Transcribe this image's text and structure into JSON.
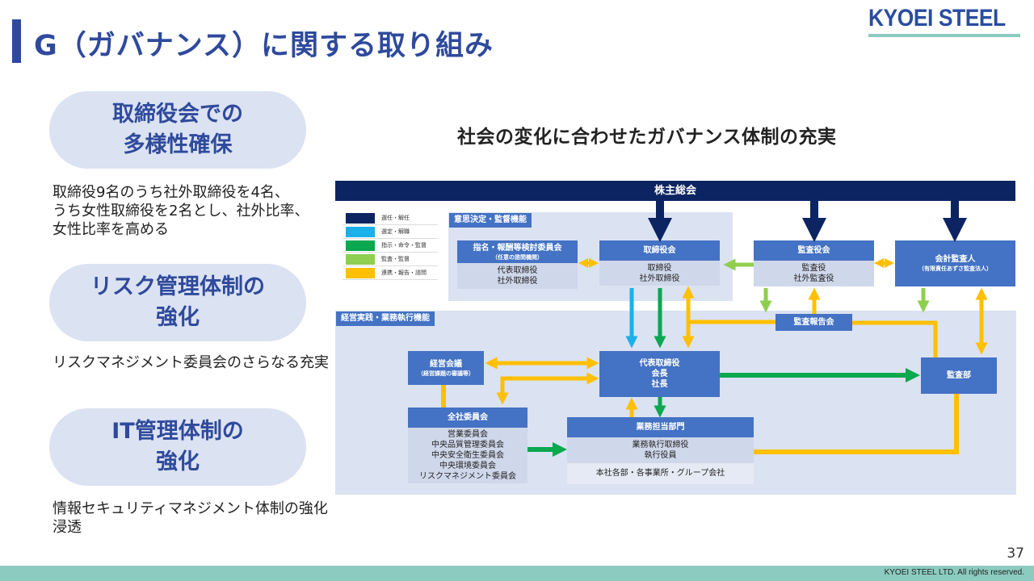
{
  "header": {
    "title": "G（ガバナンス）に関する取り組み",
    "logo_text": "KYOEI STEEL"
  },
  "initiatives": [
    {
      "heading": "取締役会での\n多様性確保",
      "heading_l1": "取締役会での",
      "heading_l2": "多様性確保",
      "description": "取締役9名のうち社外取締役を4名、\nうち女性取締役を2名とし、社外比率、\n女性比率を高める"
    },
    {
      "heading_l1": "リスク管理体制の",
      "heading_l2": "強化",
      "description": "リスクマネジメント委員会のさらなる充実"
    },
    {
      "heading_l1": "IT管理体制の",
      "heading_l2": "強化",
      "description": "情報セキュリティマネジメント体制の強化\n浸透"
    }
  ],
  "diagram": {
    "title": "社会の変化に合わせたガバナンス体制の充実",
    "colors": {
      "appoint_dismiss": "#0c2461",
      "select_remove": "#1ab0ea",
      "direct_command": "#0aa84f",
      "audit_supervise": "#8fcf4f",
      "cooperate_report": "#ffc000",
      "box_header": "#4472c4",
      "box_body": "#cfd7ea",
      "region": "#dbe2f2"
    },
    "legend": [
      {
        "label": "選任・解任",
        "color": "#0c2461"
      },
      {
        "label": "選定・解職",
        "color": "#1ab0ea"
      },
      {
        "label": "指示・命令・監督",
        "color": "#0aa84f"
      },
      {
        "label": "監査・監督",
        "color": "#8fcf4f"
      },
      {
        "label": "連携・報告・諮問",
        "color": "#ffc000"
      }
    ],
    "shareholders": "株主総会",
    "region_decision": "意思決定・監督機能",
    "region_execution": "経営実践・業務執行機能",
    "nomination_committee": {
      "title": "指名・報酬等検討委員会",
      "subtitle": "（任意の諮問機関）",
      "members": "代表取締役\n社外取締役"
    },
    "board": {
      "title": "取締役会",
      "members": "取締役\n社外取締役"
    },
    "audit_board": {
      "title": "監査役会",
      "members": "監査役\n社外監査役"
    },
    "accounting_auditor": {
      "title": "会計監査人",
      "subtitle": "（有限責任あずさ監査法人）"
    },
    "audit_report_meeting": "監査報告会",
    "management_meeting": {
      "title": "経営会議",
      "subtitle": "（経営課題の審議等）"
    },
    "representative": {
      "line1": "代表取締役",
      "line2": "会長",
      "line3": "社長"
    },
    "internal_audit": "監査部",
    "company_committees": {
      "title": "全社委員会",
      "members": "営業委員会\n中央品質管理委員会\n中央安全衛生委員会\n中央環境委員会\nリスクマネジメント委員会"
    },
    "business_divisions": {
      "title": "業務担当部門",
      "members": "業務執行取締役\n執行役員",
      "footer": "本社各部・各事業所・グループ会社"
    }
  },
  "footer": {
    "page_number": "37",
    "copyright": "KYOEI STEEL LTD.  All rights reserved."
  }
}
